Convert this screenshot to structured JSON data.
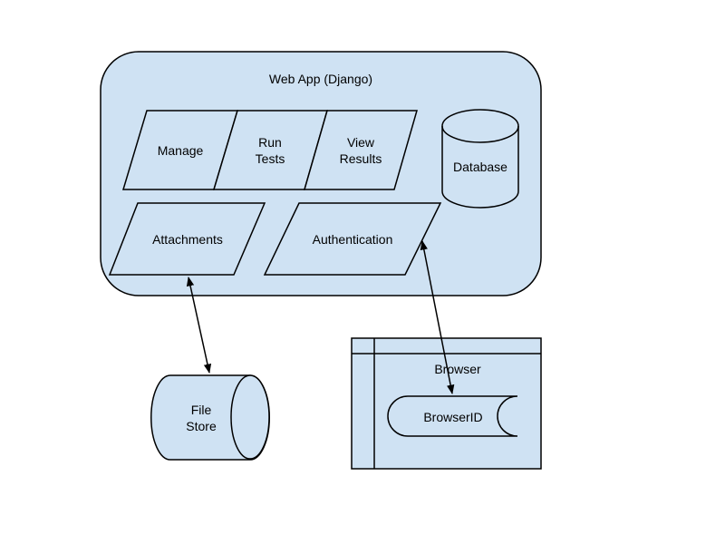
{
  "diagram": {
    "fill_color": "#cfe2f3",
    "stroke_color": "#000000",
    "container": {
      "label": "Web App (Django)"
    },
    "modules": [
      {
        "id": "manage",
        "lines": [
          "Manage"
        ]
      },
      {
        "id": "run-tests",
        "lines": [
          "Run",
          "Tests"
        ]
      },
      {
        "id": "view-results",
        "lines": [
          "View",
          "Results"
        ]
      },
      {
        "id": "attachments",
        "lines": [
          "Attachments"
        ]
      },
      {
        "id": "authentication",
        "lines": [
          "Authentication"
        ]
      }
    ],
    "database": {
      "label": "Database"
    },
    "file_store": {
      "lines": [
        "File",
        "Store"
      ]
    },
    "browser": {
      "label": "Browser",
      "component": "BrowserID"
    },
    "connections": [
      {
        "from": "Attachments",
        "to": "File Store",
        "type": "bidirectional"
      },
      {
        "from": "Authentication",
        "to": "BrowserID",
        "type": "bidirectional"
      }
    ]
  }
}
